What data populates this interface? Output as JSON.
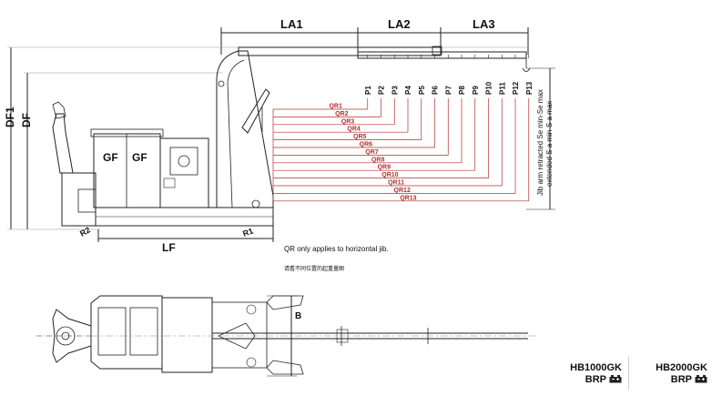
{
  "dimensions": {
    "la1": "LA1",
    "la2": "LA2",
    "la3": "LA3",
    "df1": "DF1",
    "df": "DF",
    "lf": "LF",
    "r1": "R1",
    "r2": "R2",
    "b": "B"
  },
  "positions": [
    "P1",
    "P2",
    "P3",
    "P4",
    "P5",
    "P6",
    "P7",
    "P8",
    "P9",
    "P10",
    "P11",
    "P12",
    "P13"
  ],
  "loads": [
    "QR1",
    "QR2",
    "QR3",
    "QR4",
    "QR5",
    "QR6",
    "QR7",
    "QR8",
    "QR9",
    "QR10",
    "QR11",
    "QR12",
    "QR13"
  ],
  "jib_note_line1": "Jib arm retracted Se min-Se max",
  "jib_note_line2": "extended S a min-S a max",
  "counterweight": [
    "GF",
    "GF"
  ],
  "note_en": "QR only applies to horizontal jib.",
  "note_cn": "请看不同位置的起重量图",
  "models": [
    {
      "name": "HB1000GK",
      "sub": "BRP"
    },
    {
      "name": "HB2000GK",
      "sub": "BRP"
    }
  ],
  "colors": {
    "line": "#222222",
    "load_line": "#b03030",
    "light": "#888888"
  }
}
